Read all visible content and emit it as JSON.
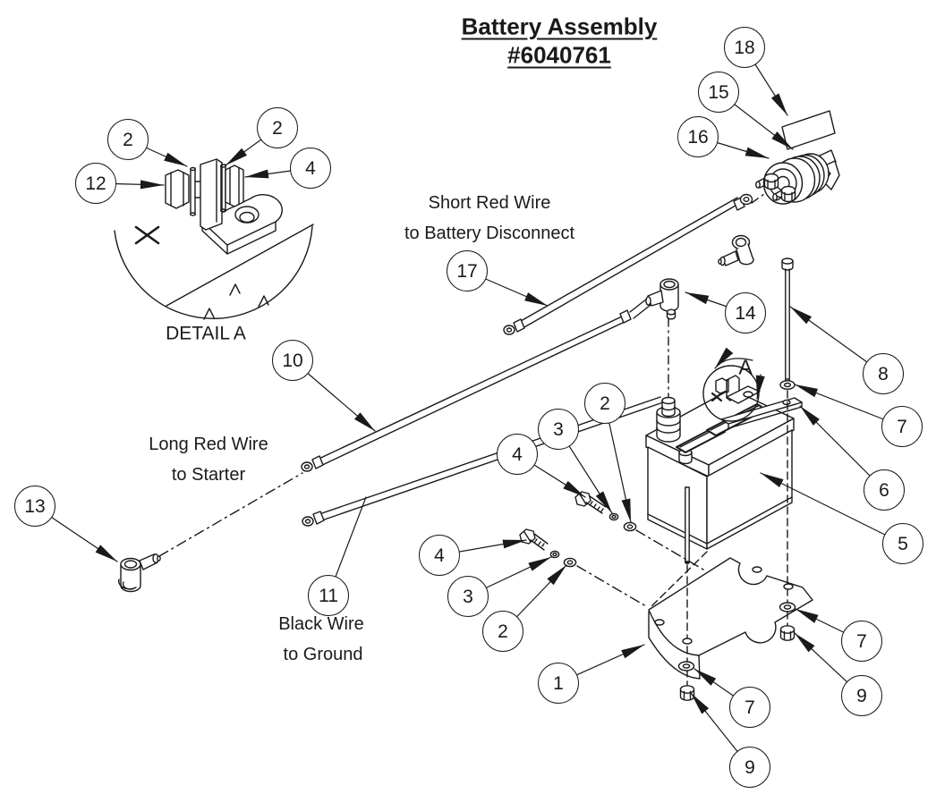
{
  "colors": {
    "ink": "#1a1a1a",
    "paper": "#ffffff"
  },
  "title": {
    "line1": "Battery Assembly",
    "line2": "#6040761"
  },
  "labels": {
    "detail_view": "DETAIL A",
    "view_marker": "A",
    "short_red_wire_line1": "Short Red Wire",
    "short_red_wire_line2": "to Battery Disconnect",
    "long_red_wire_line1": "Long Red Wire",
    "long_red_wire_line2": "to Starter",
    "black_wire_line1": "Black Wire",
    "black_wire_line2": "to Ground"
  },
  "callouts": [
    {
      "part": "2"
    },
    {
      "part": "2"
    },
    {
      "part": "4"
    },
    {
      "part": "12"
    },
    {
      "part": "18"
    },
    {
      "part": "15"
    },
    {
      "part": "16"
    },
    {
      "part": "17"
    },
    {
      "part": "14"
    },
    {
      "part": "10"
    },
    {
      "part": "8"
    },
    {
      "part": "7"
    },
    {
      "part": "6"
    },
    {
      "part": "5"
    },
    {
      "part": "2"
    },
    {
      "part": "3"
    },
    {
      "part": "4"
    },
    {
      "part": "13"
    },
    {
      "part": "11"
    },
    {
      "part": "4"
    },
    {
      "part": "3"
    },
    {
      "part": "2"
    },
    {
      "part": "1"
    },
    {
      "part": "7"
    },
    {
      "part": "9"
    },
    {
      "part": "7"
    },
    {
      "part": "9"
    }
  ]
}
